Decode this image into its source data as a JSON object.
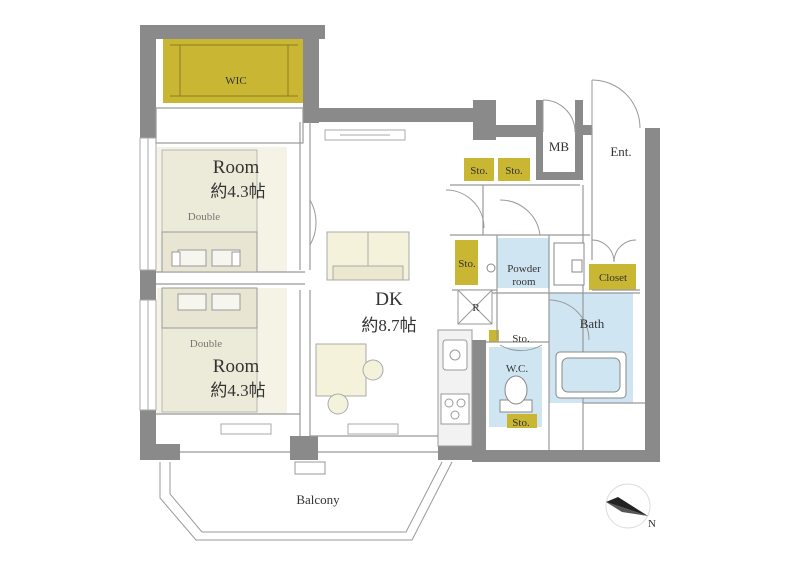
{
  "rooms": {
    "wic": "WIC",
    "room_top_name": "Room",
    "room_top_size": "約4.3帖",
    "room_bottom_name": "Room",
    "room_bottom_size": "約4.3帖",
    "dk_name": "DK",
    "dk_size": "約8.7帖",
    "powder_room_line1": "Powder",
    "powder_room_line2": "room",
    "bath": "Bath",
    "wc": "W.C.",
    "mb": "MB",
    "entrance": "Ent.",
    "closet": "Closet",
    "balcony": "Balcony"
  },
  "storage": {
    "sto_top_left": "Sto.",
    "sto_top_right": "Sto.",
    "sto_powder": "Sto.",
    "sto_wc_top": "Sto.",
    "sto_wc_bottom": "Sto."
  },
  "fixtures": {
    "refrigerator": "R",
    "bed_top": "Double",
    "bed_bottom": "Double"
  },
  "compass": {
    "north": "N"
  },
  "colors": {
    "wall": "#8a8a8a",
    "storage": "#c9b633",
    "bath_blue": "#cfe6f2",
    "floor_room": "#ecebd9",
    "line": "#999999"
  }
}
